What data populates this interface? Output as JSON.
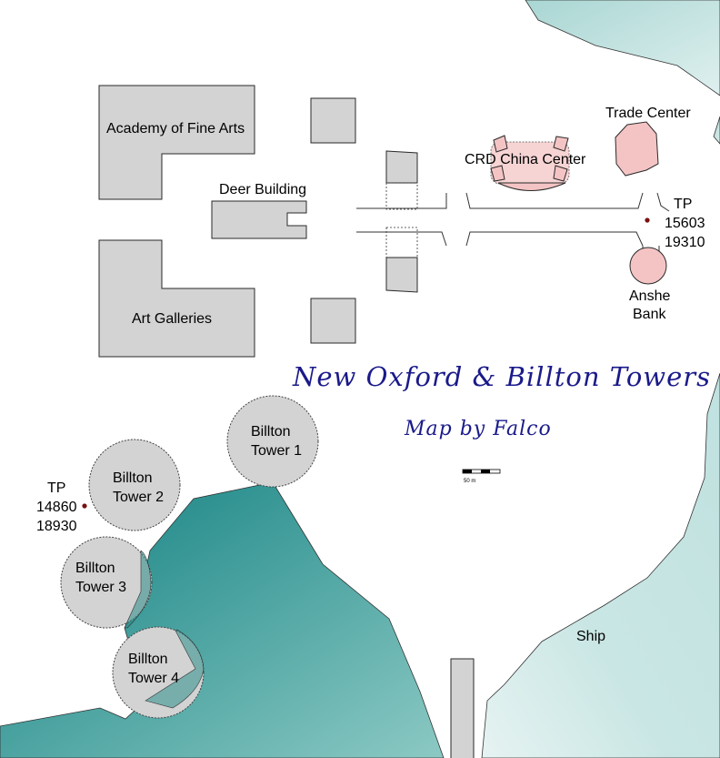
{
  "map": {
    "title": "New Oxford & Billton Towers",
    "subtitle": "Map by Falco",
    "scale_label": "50 m",
    "colors": {
      "water_dark": "#138383",
      "water_light": "#c6e5e3",
      "building": "#d3d3d3",
      "highlight_building": "#f4c4c4",
      "title_text": "#1a1a8a",
      "tp_marker": "#7a1010"
    },
    "labels": {
      "academy": "Academy of Fine Arts",
      "art_galleries": "Art Galleries",
      "deer_building": "Deer Building",
      "crd_china_center": "CRD China Center",
      "trade_center": "Trade Center",
      "anshe_bank_line1": "Anshe",
      "anshe_bank_line2": "Bank",
      "ship": "Ship"
    },
    "teleports": [
      {
        "label": "TP",
        "x": "15603",
        "y": "19310"
      },
      {
        "label": "TP",
        "x": "14860",
        "y": "18930"
      }
    ],
    "towers": [
      {
        "line1": "Billton",
        "line2": "Tower 1"
      },
      {
        "line1": "Billton",
        "line2": "Tower 2"
      },
      {
        "line1": "Billton",
        "line2": "Tower 3"
      },
      {
        "line1": "Billton",
        "line2": "Tower 4"
      }
    ]
  }
}
